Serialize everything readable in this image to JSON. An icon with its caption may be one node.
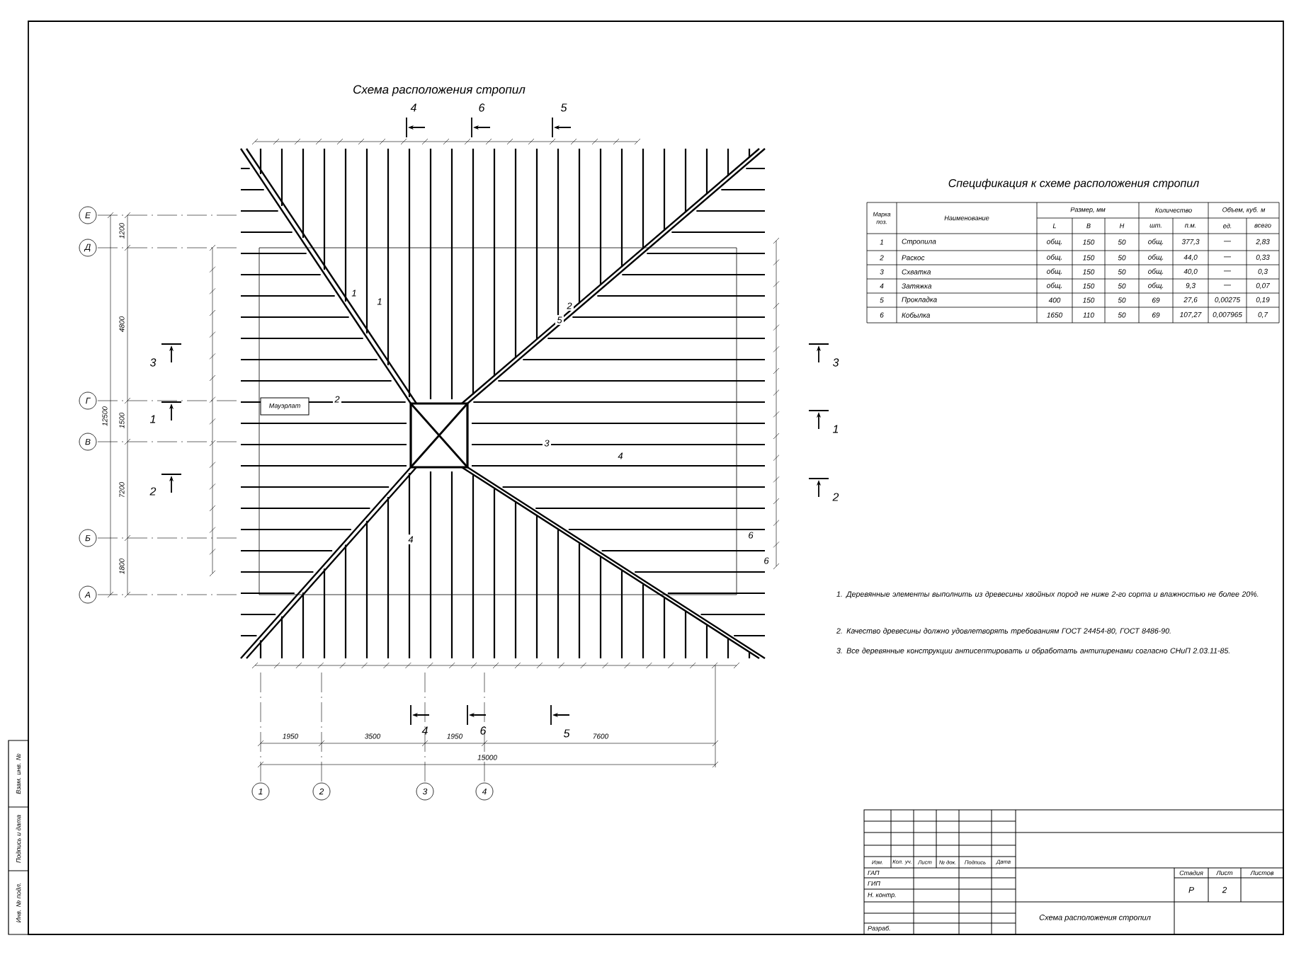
{
  "diagram": {
    "title": "Схема расположения стропил",
    "nodes": [
      {
        "text": [
          "Е"
        ]
      },
      {
        "text": [
          "Д"
        ]
      },
      {
        "text": [
          "Г"
        ]
      },
      {
        "text": [
          "В"
        ]
      },
      {
        "text": [
          "Б"
        ]
      },
      {
        "text": [
          "А"
        ]
      },
      {
        "text": [
          "1"
        ]
      },
      {
        "text": [
          "2"
        ]
      },
      {
        "text": [
          "3"
        ]
      },
      {
        "text": [
          "4"
        ]
      }
    ],
    "labels": [
      "4",
      "6",
      "5",
      "Спецификация к схеме расположения стропил",
      "Марка поз.",
      "Наименование",
      "Размер, мм",
      "L",
      "B",
      "H",
      "Количество",
      "шт.",
      "п.м.",
      "Объем, куб. м",
      "ед.",
      "всего",
      "1",
      "Стропила",
      "общ.",
      "150",
      "50",
      "общ.",
      "377,3",
      "—",
      "2,83",
      "2",
      "Раскос",
      "общ.",
      "150",
      "50",
      "общ.",
      "44,0",
      "—",
      "0,33",
      "3",
      "Схватка",
      "общ.",
      "150",
      "50",
      "общ.",
      "40,0",
      "—",
      "0,3",
      "4",
      "Затяжка",
      "общ.",
      "150",
      "50",
      "общ.",
      "9,3",
      "—",
      "0,07",
      "5",
      "Прокладка",
      "400",
      "150",
      "50",
      "69",
      "27,6",
      "0,00275",
      "0,19",
      "6",
      "Кобылка",
      "1650",
      "110",
      "50",
      "69",
      "107,27",
      "0,007965",
      "0,7",
      "1200",
      "4800",
      "12500",
      "1500",
      "7200",
      "1800",
      "3",
      "1",
      "2",
      "3",
      "1",
      "2",
      "Мауэрлат",
      "1",
      "1",
      "2",
      "2",
      "5",
      "3",
      "4",
      "4",
      "6",
      "6",
      "1. Деревянные элементы выполнить из древесины хвойных пород не ниже 2-го сорта и влажностью не более 20%.",
      "2. Качество древесины должно удовлетворять требованиям ГОСТ 24454-80, ГОСТ 8486-90.",
      "3. Все деревянные конструкции антисептировать и обработать антипиренами согласно СНиП 2.03.11-85.",
      "4",
      "6",
      "5",
      "1950",
      "3500",
      "1950",
      "7600",
      "15000",
      "Изм.",
      "Кол. уч.",
      "Лист",
      "№ док.",
      "Подпись",
      "Дата",
      "ГАП",
      "ГИП",
      "Н. контр.",
      "Разраб.",
      "Стадия",
      "Лист",
      "Листов",
      "Р",
      "2",
      "Схема расположения стропил",
      "Взам. инв. №",
      "Подпись и дата",
      "Инв. № подл."
    ]
  }
}
